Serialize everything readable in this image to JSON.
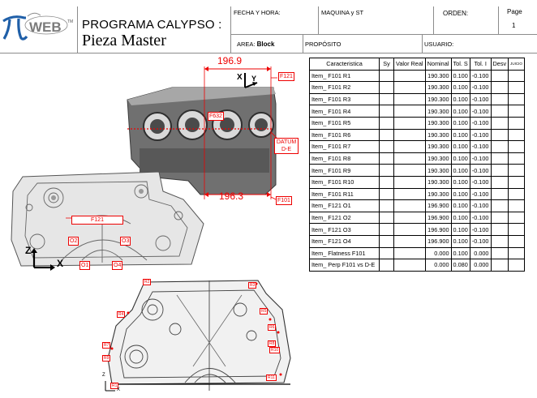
{
  "header": {
    "title": "PROGRAMA CALYPSO :",
    "subtitle": "Pieza Master",
    "fecha_label": "FECHA Y HORA:",
    "maquina_label": "MAQUINA y ST",
    "orden_label": "ORDEN:",
    "page_label": "Page",
    "page_value": "1",
    "area_label": "AREA:",
    "area_value": "Block",
    "proposito_label": "PROPÓSITO",
    "usuario_label": "USUARIO:",
    "logo_text": "WEB",
    "logo_tm": "TM"
  },
  "drawing": {
    "dim_top": "196.9",
    "dim_bottom": "196.3",
    "tag_f121_top": "F121",
    "tag_f632": "F632",
    "tag_datum": "DATUM D-E",
    "tag_f101": "F101",
    "axis_x_top": "X",
    "axis_y_top": "Y",
    "axis_z": "Z",
    "axis_x": "X",
    "tag_f121_mid": "F121",
    "tag_o2": "O2",
    "tag_o3": "O3",
    "tag_o1": "O1",
    "tag_o4": "O4"
  },
  "table": {
    "headers": [
      "Caracteristica",
      "Sy",
      "Valor Real",
      "Nominal",
      "Tol. S",
      "Tol. I",
      "Desv",
      "JUICIO"
    ],
    "rows": [
      [
        "Item_ F101 R1",
        "",
        "",
        "190.300",
        "0.100",
        "-0.100",
        "",
        ""
      ],
      [
        "Item_ F101 R2",
        "",
        "",
        "190.300",
        "0.100",
        "-0.100",
        "",
        ""
      ],
      [
        "Item_ F101 R3",
        "",
        "",
        "190.300",
        "0.100",
        "-0.100",
        "",
        ""
      ],
      [
        "Item_ F101 R4",
        "",
        "",
        "190.300",
        "0.100",
        "-0.100",
        "",
        ""
      ],
      [
        "Item_ F101 R5",
        "",
        "",
        "190.300",
        "0.100",
        "-0.100",
        "",
        ""
      ],
      [
        "Item_ F101 R6",
        "",
        "",
        "190.300",
        "0.100",
        "-0.100",
        "",
        ""
      ],
      [
        "Item_ F101 R7",
        "",
        "",
        "190.300",
        "0.100",
        "-0.100",
        "",
        ""
      ],
      [
        "Item_ F101 R8",
        "",
        "",
        "190.300",
        "0.100",
        "-0.100",
        "",
        ""
      ],
      [
        "Item_ F101 R9",
        "",
        "",
        "190.300",
        "0.100",
        "-0.100",
        "",
        ""
      ],
      [
        "Item_ F101 R10",
        "",
        "",
        "190.300",
        "0.100",
        "-0.100",
        "",
        ""
      ],
      [
        "Item_ F101 R11",
        "",
        "",
        "190.300",
        "0.100",
        "-0.100",
        "",
        ""
      ],
      [
        "Item_ F121 O1",
        "",
        "",
        "196.900",
        "0.100",
        "-0.100",
        "",
        ""
      ],
      [
        "Item_ F121 O2",
        "",
        "",
        "196.900",
        "0.100",
        "-0.100",
        "",
        ""
      ],
      [
        "Item_ F121 O3",
        "",
        "",
        "196.900",
        "0.100",
        "-0.100",
        "",
        ""
      ],
      [
        "Item_ F121 O4",
        "",
        "",
        "196.900",
        "0.100",
        "-0.100",
        "",
        ""
      ],
      [
        "Item_ Flatness F101",
        "",
        "",
        "0.000",
        "0.100",
        "0.000",
        "",
        ""
      ],
      [
        "Item_ Perp F101 vs D-E",
        "",
        "",
        "0.000",
        "0.080",
        "0.000",
        "",
        ""
      ]
    ]
  },
  "bottom_tags": {
    "r2": "R2",
    "r3": "R3",
    "r4": "R4",
    "r5": "R5",
    "r6": "R6",
    "r7": "R7",
    "r8": "R8",
    "r9": "R9",
    "r10": "R10",
    "r11": "R11",
    "r1": "R1",
    "axis_z": "Z",
    "axis_x": "X"
  },
  "colors": {
    "annotation": "#e00000",
    "logo_blue": "#1f5fa8",
    "block_gray": "#6f6f6f"
  }
}
